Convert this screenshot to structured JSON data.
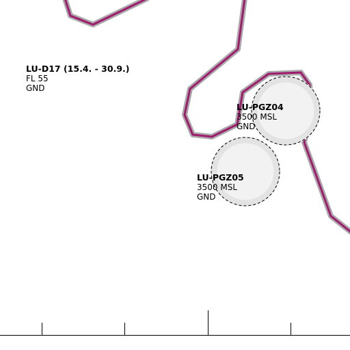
{
  "colors": {
    "background": "#ffffff",
    "border_line": "#a01a6e",
    "border_halo": "#9a9a9a",
    "zone_fill": "#f2f2f2",
    "zone_ring": "#e3e3e3",
    "zone_dash": "#000000",
    "scale": "#000000"
  },
  "airspaces": [
    {
      "name": "LU-D17 (15.4. - 30.9.)",
      "upper": "FL 55",
      "lower": "GND"
    },
    {
      "name": "LU-PGZ04",
      "upper": "3500 MSL",
      "lower": "GND"
    },
    {
      "name": "LU-PGZ05",
      "upper": "3500 MSL",
      "lower": "GND"
    }
  ]
}
